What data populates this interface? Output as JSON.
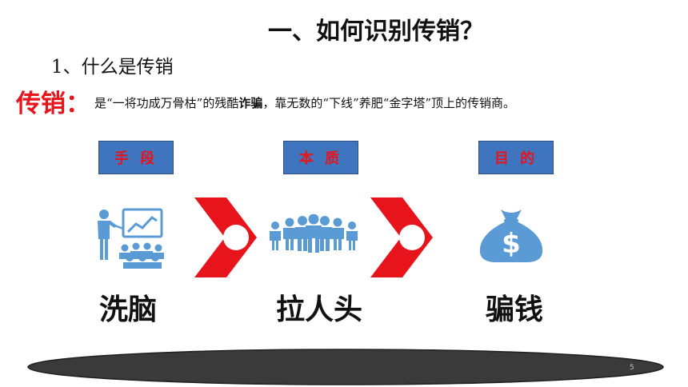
{
  "title": "一、如何识别传销？",
  "subtitle": "1、什么是传销",
  "definition": {
    "term": "传销：",
    "text_prefix": "是“一将功成万骨枯”的残酷",
    "text_bold": "诈骗",
    "text_suffix": "，靠无数的“下线”养肥“金字塔”顶上的传销商。"
  },
  "columns": [
    {
      "label": "手 段",
      "word": "洗脑",
      "icon": "presentation-audience-icon"
    },
    {
      "label": "本 质",
      "word": "拉人头",
      "icon": "crowd-icon"
    },
    {
      "label": "目 的",
      "word": "骗钱",
      "icon": "money-bag-icon"
    }
  ],
  "colors": {
    "accent_red": "#e8141c",
    "box_blue": "#3f75be",
    "icon_blue": "#5b9bd5",
    "footer_dark": "#3a3a3a"
  },
  "page_number": "5"
}
